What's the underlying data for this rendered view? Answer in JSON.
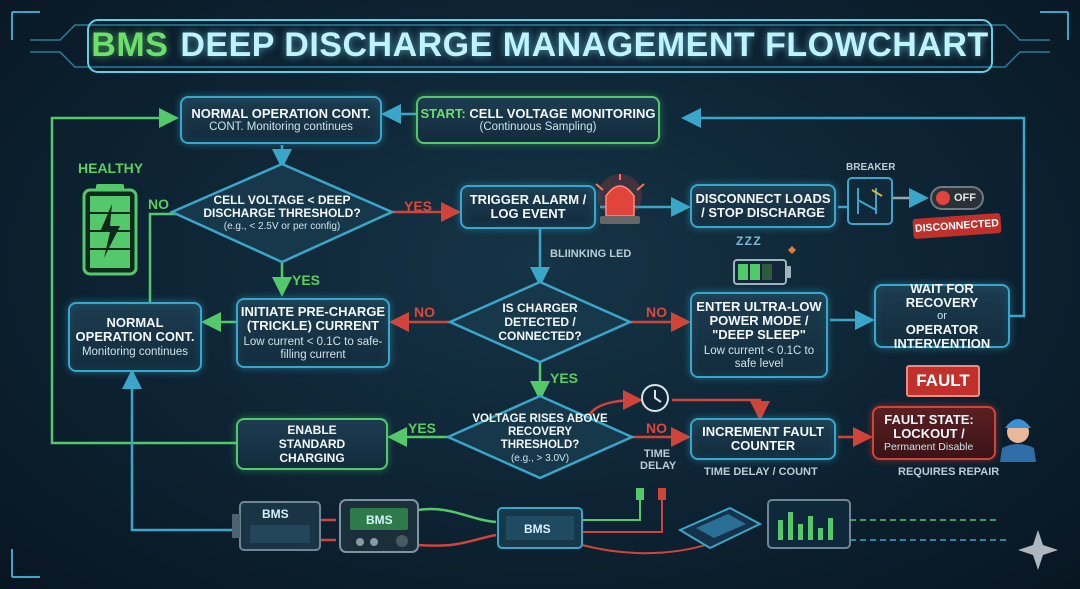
{
  "title": {
    "highlight": "BMS",
    "rest": "DEEP DISCHARGE MANAGEMENT FLOWCHART"
  },
  "nodes": {
    "start": {
      "prefix": "START:",
      "title": "CELL VOLTAGE MONITORING",
      "sub": "(Continuous Sampling)"
    },
    "normal_top": {
      "title": "NORMAL OPERATION CONT.",
      "sub": "CONT. Monitoring continues"
    },
    "decision_voltage": {
      "title": "CELL VOLTAGE < DEEP DISCHARGE THRESHOLD?",
      "sub": "(e.g., < 2.5V or per config)"
    },
    "alarm": {
      "title": "TRIGGER ALARM / LOG EVENT"
    },
    "disconnect": {
      "title": "DISCONNECT LOADS / STOP DISCHARGE"
    },
    "decision_charger": {
      "title": "IS CHARGER DETECTED / CONNECTED?"
    },
    "precharge": {
      "title": "INITIATE PRE-CHARGE (TRICKLE) CURRENT",
      "sub": "Low current < 0.1C to safe-filling current"
    },
    "normal_left": {
      "title": "NORMAL OPERATION CONT.",
      "sub": "Monitoring continues"
    },
    "ultralow": {
      "title": "ENTER ULTRA-LOW POWER MODE / \"DEEP SLEEP\"",
      "sub": "Low current < 0.1C to safe level"
    },
    "wait": {
      "title": "WAIT FOR RECOVERY",
      "or": "or",
      "title2": "OPERATOR INTERVENTION"
    },
    "decision_recovery": {
      "title": "VOLTAGE RISES ABOVE RECOVERY THRESHOLD?",
      "sub": "(e.g., > 3.0V)"
    },
    "enable_charging": {
      "title": "ENABLE STANDARD CHARGING"
    },
    "fault_counter": {
      "title": "INCREMENT FAULT COUNTER"
    },
    "fault_state": {
      "title": "FAULT STATE: LOCKOUT /",
      "sub": "Permanent Disable"
    }
  },
  "labels": {
    "healthy": "HEALTHY",
    "no_left": "NO",
    "yes_voltage": "YES",
    "yes_down1": "YES",
    "no_precharge": "NO",
    "no_ultralow": "NO",
    "yes_down2": "YES",
    "yes_enable": "YES",
    "no_fault": "NO",
    "time_delay": "TIME\nDELAY",
    "blinking_led": "BLIINKING LED",
    "breaker": "BREAKER",
    "off": "OFF",
    "disconnected": "DISCONNECTED",
    "fault": "FAULT",
    "time_delay_count": "TIME DELAY / COUNT",
    "requires_repair": "REQUIRES REPAIR",
    "bms_1": "BMS",
    "bms_2": "BMS",
    "bms_3": "BMS",
    "zzz": "Z Z Z"
  },
  "colors": {
    "cyan": "#3aa7c9",
    "green": "#53c96b",
    "red": "#d0443a"
  }
}
